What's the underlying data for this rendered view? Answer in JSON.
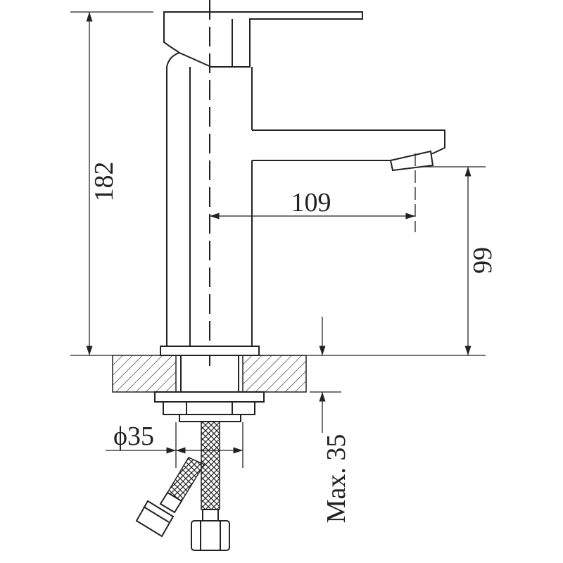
{
  "drawing": {
    "title": "Basin faucet dimension drawing",
    "dimensions": {
      "total_height": "182",
      "spout_reach": "109",
      "spout_height": "99",
      "hole_diameter": "ϕ35",
      "max_counter_thickness": "Max. 35"
    },
    "colors": {
      "line": "#222222",
      "background": "#ffffff"
    }
  }
}
